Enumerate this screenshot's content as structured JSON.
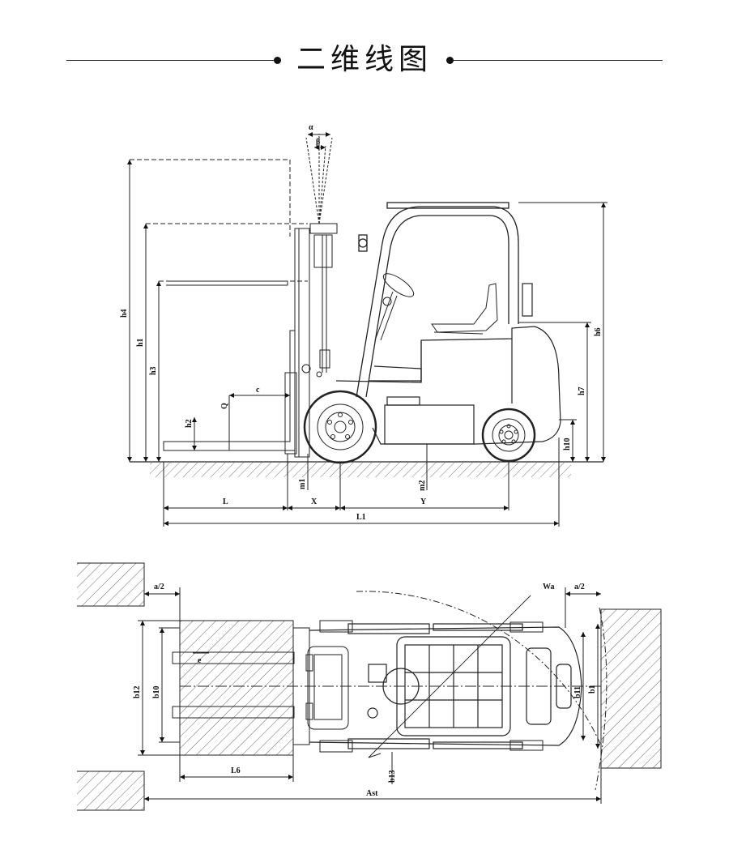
{
  "title": "二维线图",
  "side_view": {
    "angle_labels": {
      "alpha": "α",
      "beta": "β"
    },
    "vertical_dims": {
      "h4": "h4",
      "h1": "h1",
      "h3": "h3",
      "h2": "h2",
      "h6": "h6",
      "h7": "h7",
      "h10": "h10",
      "Q": "Q"
    },
    "horizontal_dims": {
      "c": "c",
      "m1": "m1",
      "m2": "m2",
      "L": "L",
      "X": "X",
      "Y": "Y",
      "L1": "L1"
    }
  },
  "top_view": {
    "dims": {
      "a2_left": "a/2",
      "a2_right": "a/2",
      "Wa": "Wa",
      "e": "e",
      "b12": "b12",
      "b10": "b10",
      "b11": "b11",
      "b1": "b1",
      "L6": "L6",
      "b13": "b13",
      "Ast": "Ast"
    }
  }
}
